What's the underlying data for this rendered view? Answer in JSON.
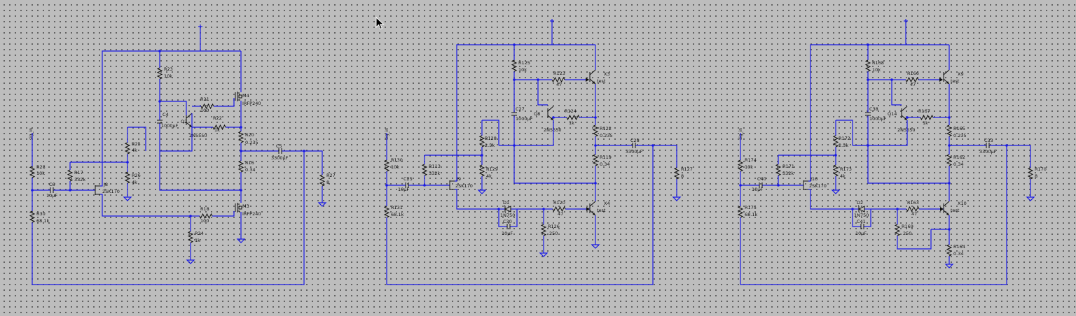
{
  "circuits": [
    {
      "id": "a",
      "labels": {
        "input": "sig_in",
        "R23": "R23",
        "R23_val": "10k",
        "R30": "R30",
        "R30_val": "68.1k",
        "C6": "C6",
        "C6_val": "10µF",
        "R17": "R17",
        "R17_val": "332k",
        "J": "J8",
        "J_part": "2SK170",
        "R25": "R25",
        "R25_val": "4k",
        "R26": "R26",
        "R26_val": "4k",
        "Rtop": "R23",
        "Rtop_val": "10k",
        "C4": "C4",
        "C4_val": "1000µF",
        "Q": "Q2",
        "Q_part": "2N5550",
        "R21": "R21",
        "R21_val": "100",
        "R22": "R22",
        "R22_val": "1k",
        "M_top": "M4",
        "M_top_part": "IRFP240",
        "M_bot": "M3",
        "M_bot_part": "IRFP240",
        "R20": "R20",
        "R20_val": "0.235",
        "R16": "R16",
        "R16_val": "0.34",
        "C5": "C5",
        "C5_val": "3300µF",
        "R27": "R27",
        "R27_val": "8",
        "R18": "R18",
        "R18_val": "100",
        "R24": "R24",
        "R24_val": "1k"
      }
    },
    {
      "id": "b",
      "labels": {
        "input": "sig_in",
        "R130": "R130",
        "R130_val": "10k",
        "R131": "R131",
        "R131_val": "68.1k",
        "C25": "C25",
        "C25_val": "10µF",
        "R113": "R113",
        "R113_val": "332k",
        "J": "J9",
        "J_part": "2SK170",
        "R128": "R128",
        "R128_val": "2.5k",
        "R129": "R129",
        "R129_val": "4k",
        "R125": "R125",
        "R125_val": "10k",
        "C27": "C27",
        "C27_val": "1000µF",
        "Q": "Q8",
        "Q_part": "2N5550",
        "R123": "R123",
        "R123_val": "47",
        "R124": "R124",
        "R124_val": "1k",
        "X_top": "X3",
        "X_top_part": "test",
        "X_bot": "X4",
        "X_bot_part": "test",
        "R122": "R122",
        "R122_val": "0.235",
        "R119": "R119",
        "R119_val": "0.34",
        "C28": "C28",
        "C28_val": "3300µF",
        "R127": "R127",
        "R127_val": "8",
        "D": "D1",
        "D_part": "1N750",
        "C30": "C30",
        "C30_val": "10µF",
        "R120": "R120",
        "R120_val": "47",
        "R126": "R126",
        "R126_val": "250"
      }
    },
    {
      "id": "c",
      "labels": {
        "input": "sig_in",
        "R174": "R174",
        "R174_val": "10k",
        "R175": "R175",
        "R175_val": "68.1k",
        "C40": "C40",
        "C40_val": "10µF",
        "R171": "R171",
        "R171_val": "332k",
        "J": "J16",
        "J_part": "2SK170",
        "R172": "R172",
        "R172_val": "2.5k",
        "R173": "R173",
        "R173_val": "4k",
        "R168": "R168",
        "R168_val": "10k",
        "C38": "C38",
        "C38_val": "1000µF",
        "Q": "Q14",
        "Q_part": "2N5550",
        "R166": "R166",
        "R166_val": "47",
        "R167": "R167",
        "R167_val": "1k",
        "X_top": "X9",
        "X_top_part": "test",
        "X_bot": "X10",
        "X_bot_part": "test",
        "R165": "R165",
        "R165_val": "0.235",
        "R162": "R162",
        "R162_val": "0.34",
        "C33": "C33",
        "C33_val": "3300µF",
        "R170": "R170",
        "R170_val": "8",
        "D": "D2",
        "D_part": "1N750",
        "C41": "C41",
        "C41_val": "10µF",
        "R163": "R163",
        "R163_val": "47",
        "R169": "R169",
        "R169_val": "250",
        "R164": "R164",
        "R164_val": "0.34"
      }
    }
  ],
  "colors": {
    "wire": "#1a1ae6",
    "background": "#bdbdbd",
    "grid_dot": "#4a4a4a",
    "component": "#111111"
  },
  "icons": {
    "cursor": "arrow-pointer-icon"
  }
}
